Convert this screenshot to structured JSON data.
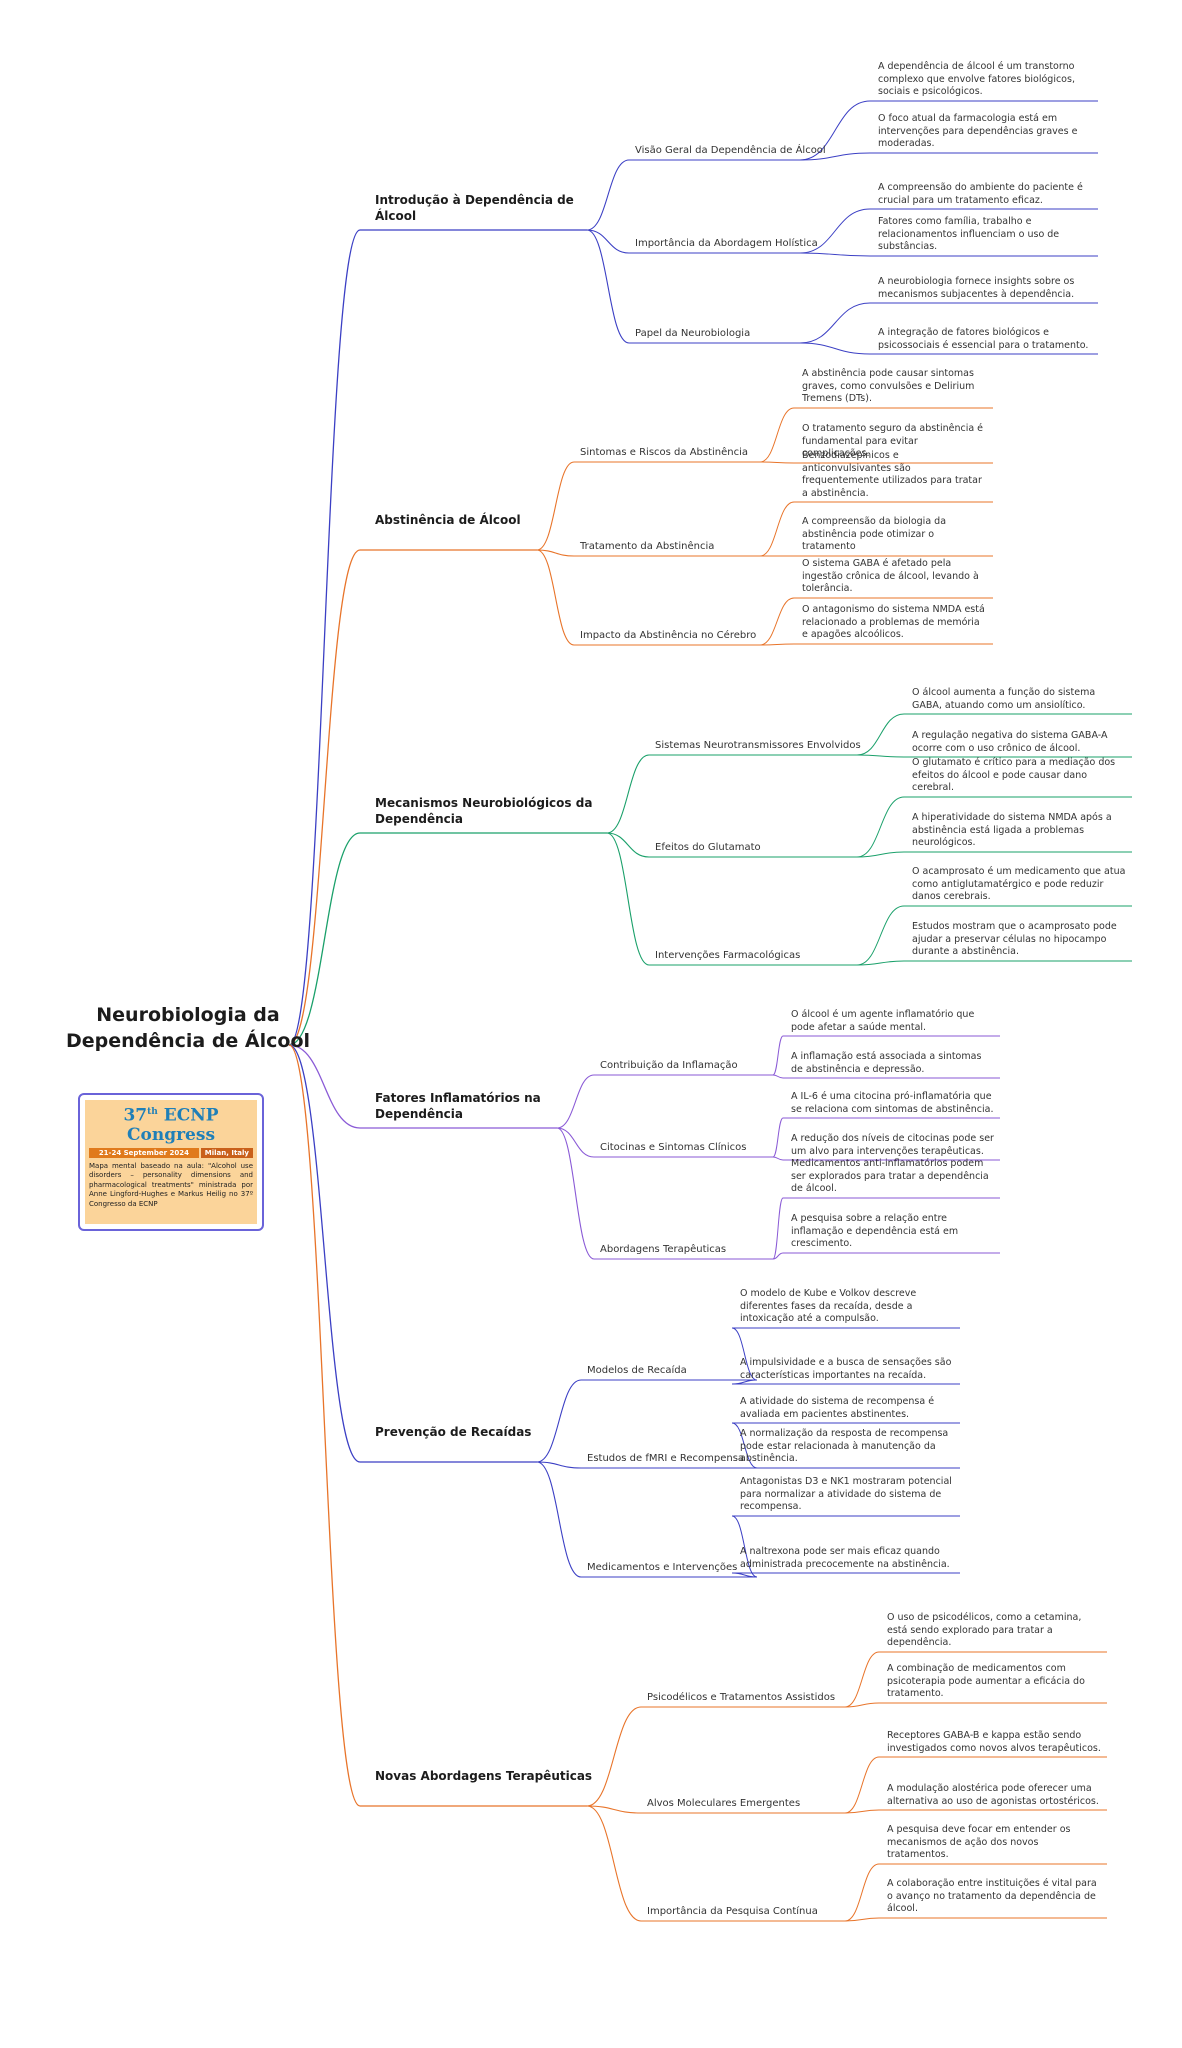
{
  "root": {
    "title": "Neurobiologia da Dependência de Álcool"
  },
  "info_card": {
    "title_num": "37",
    "title_sup": "th",
    "title_rest": " ECNP Congress",
    "dates": "21-24 September 2024",
    "location": "Milan, Italy",
    "text": "Mapa mental baseado na aula: \"Alcohol use disorders – personality dimensions and pharmacological treatments\" ministrada por Anne Lingford-Hughes e Markus Heilig no 37º Congresso da ECNP"
  },
  "colors": {
    "branch_0": "#3b3fc4",
    "branch_1": "#e8742a",
    "branch_2": "#1aa06a",
    "branch_3": "#8a5ad6",
    "branch_4": "#3b3fc4",
    "branch_5": "#e8742a"
  },
  "branches": [
    {
      "title": "Introdução à Dependência de Álcool",
      "subs": [
        {
          "title": "Visão Geral da Dependência de Álcool",
          "leaves": [
            "A dependência de álcool é um transtorno complexo que envolve fatores biológicos, sociais e psicológicos.",
            "O foco atual da farmacologia está em intervenções para dependências graves e moderadas."
          ]
        },
        {
          "title": "Importância da Abordagem Holística",
          "leaves": [
            "A compreensão do ambiente do paciente é crucial para um tratamento eficaz.",
            "Fatores como família, trabalho e relacionamentos influenciam o uso de substâncias."
          ]
        },
        {
          "title": "Papel da Neurobiologia",
          "leaves": [
            "A neurobiologia fornece insights sobre os mecanismos subjacentes à dependência.",
            "A integração de fatores biológicos e psicossociais é essencial para o tratamento."
          ]
        }
      ]
    },
    {
      "title": "Abstinência de Álcool",
      "subs": [
        {
          "title": "Sintomas e Riscos da Abstinência",
          "leaves": [
            "A abstinência pode causar sintomas graves, como convulsões e Delirium Tremens (DTs).",
            "O tratamento seguro da abstinência é fundamental para evitar complicações."
          ]
        },
        {
          "title": "Tratamento da Abstinência",
          "leaves": [
            "Benzodiazepínicos e anticonvulsivantes são frequentemente utilizados para tratar a abstinência.",
            "A compreensão da biologia da abstinência pode otimizar o tratamento"
          ]
        },
        {
          "title": "Impacto da Abstinência no Cérebro",
          "leaves": [
            "O sistema GABA é afetado pela ingestão crônica de álcool, levando à tolerância.",
            "O antagonismo do sistema NMDA está relacionado a problemas de memória e apagões alcoólicos."
          ]
        }
      ]
    },
    {
      "title": "Mecanismos Neurobiológicos da Dependência",
      "subs": [
        {
          "title": "Sistemas Neurotransmissores Envolvidos",
          "leaves": [
            "O álcool aumenta a função do sistema GABA, atuando como um ansiolítico.",
            "A regulação negativa do sistema GABA-A ocorre com o uso crônico de álcool."
          ]
        },
        {
          "title": "Efeitos do Glutamato",
          "leaves": [
            "O glutamato é crítico para a mediação dos efeitos do álcool e pode causar dano cerebral.",
            "A hiperatividade do sistema NMDA após a abstinência está ligada a problemas neurológicos."
          ]
        },
        {
          "title": "Intervenções Farmacológicas",
          "leaves": [
            "O acamprosato é um medicamento que atua como antiglutamatérgico e pode reduzir danos cerebrais.",
            "Estudos mostram que o acamprosato pode ajudar a preservar células no hipocampo durante a abstinência."
          ]
        }
      ]
    },
    {
      "title": "Fatores Inflamatórios na Dependência",
      "subs": [
        {
          "title": "Contribuição da Inflamação",
          "leaves": [
            "O álcool é um agente inflamatório que pode afetar a saúde mental.",
            "A inflamação está associada a sintomas de abstinência e depressão."
          ]
        },
        {
          "title": "Citocinas e Sintomas Clínicos",
          "leaves": [
            "A IL-6 é uma citocina pró-inflamatória que se relaciona com sintomas de abstinência.",
            "A redução dos níveis de citocinas pode ser um alvo para intervenções terapêuticas."
          ]
        },
        {
          "title": "Abordagens Terapêuticas",
          "leaves": [
            "Medicamentos anti-inflamatórios podem ser explorados para tratar a dependência de álcool.",
            "A pesquisa sobre a relação entre inflamação e dependência está em crescimento."
          ]
        }
      ]
    },
    {
      "title": "Prevenção de Recaídas",
      "subs": [
        {
          "title": "Modelos de Recaída",
          "leaves": [
            "O modelo de Kube e Volkov descreve diferentes fases da recaída, desde a intoxicação até a compulsão.",
            "A impulsividade e a busca de sensações são características importantes na recaída."
          ]
        },
        {
          "title": "Estudos de fMRI e Recompensa",
          "leaves": [
            "A atividade do sistema de recompensa é avaliada em pacientes abstinentes.",
            "A normalização da resposta de recompensa pode estar relacionada à manutenção da abstinência."
          ]
        },
        {
          "title": "Medicamentos e Intervenções",
          "leaves": [
            "Antagonistas D3 e NK1 mostraram potencial para normalizar a atividade do sistema de recompensa.",
            "A naltrexona pode ser mais eficaz quando administrada precocemente na abstinência."
          ]
        }
      ]
    },
    {
      "title": "Novas Abordagens Terapêuticas",
      "subs": [
        {
          "title": "Psicodélicos e Tratamentos Assistidos",
          "leaves": [
            "O uso de psicodélicos, como a cetamina, está sendo explorado para tratar a dependência.",
            "A combinação de medicamentos com psicoterapia pode aumentar a eficácia do tratamento."
          ]
        },
        {
          "title": "Alvos Moleculares Emergentes",
          "leaves": [
            "Receptores GABA-B e kappa estão sendo investigados como novos alvos terapêuticos.",
            "A modulação alostérica pode oferecer uma alternativa ao uso de agonistas ortostéricos."
          ]
        },
        {
          "title": "Importância da Pesquisa Contínua",
          "leaves": [
            "A pesquisa deve focar em entender os mecanismos de ação dos novos tratamentos.",
            "A colaboração entre instituições é vital para o avanço no tratamento da dependência de álcool."
          ]
        }
      ]
    }
  ]
}
